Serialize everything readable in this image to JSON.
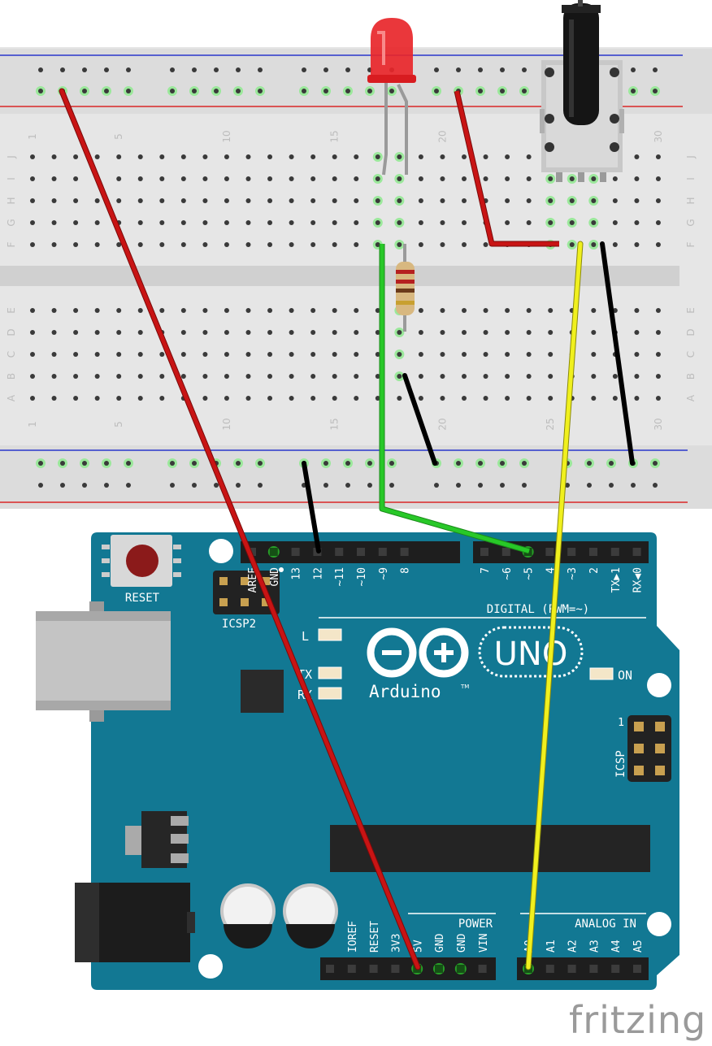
{
  "breadboard": {
    "rows_top": [
      "J",
      "I",
      "H",
      "G",
      "F"
    ],
    "rows_bottom": [
      "E",
      "D",
      "C",
      "B",
      "A"
    ],
    "column_numbers": [
      "1",
      "5",
      "10",
      "15",
      "20",
      "25",
      "30"
    ]
  },
  "arduino": {
    "reset_label": "RESET",
    "icsp2_label": "ICSP2",
    "icsp_label": "ICSP",
    "icsp_pin1": "1",
    "header_top_left": [
      "AREF",
      "GND",
      "13",
      "12",
      "~11",
      "~10",
      "~9",
      "8"
    ],
    "header_top_right": [
      "7",
      "~6",
      "~5",
      "4",
      "~3",
      "2",
      "TX▶1",
      "RX◀0"
    ],
    "digital_label": "DIGITAL (PWM=~)",
    "led_l": "L",
    "led_tx": "TX",
    "led_rx": "RX",
    "on_label": "ON",
    "brand": "Arduino",
    "tm": "TM",
    "uno": "UNO",
    "power_label": "POWER",
    "power_pins": [
      "IOREF",
      "RESET",
      "3V3",
      "5V",
      "GND",
      "GND",
      "VIN"
    ],
    "analog_label": "ANALOG IN",
    "analog_pins": [
      "A0",
      "A1",
      "A2",
      "A3",
      "A4",
      "A5"
    ]
  },
  "footer": {
    "logo": "fritzing"
  },
  "colors": {
    "board": "#127893",
    "board_dark": "#0e5f75",
    "breadboard": "#e6e6e6",
    "rail_red": "#d92626",
    "rail_blue": "#2a36cc",
    "wire_red": "#c81414",
    "wire_black": "#1a1a1a",
    "wire_green": "#28c828",
    "wire_yellow": "#f0f01e",
    "led": "#e8262a"
  },
  "icons": [
    "led",
    "resistor",
    "potentiometer",
    "usb-connector",
    "dc-jack",
    "capacitor",
    "voltage-regulator"
  ]
}
